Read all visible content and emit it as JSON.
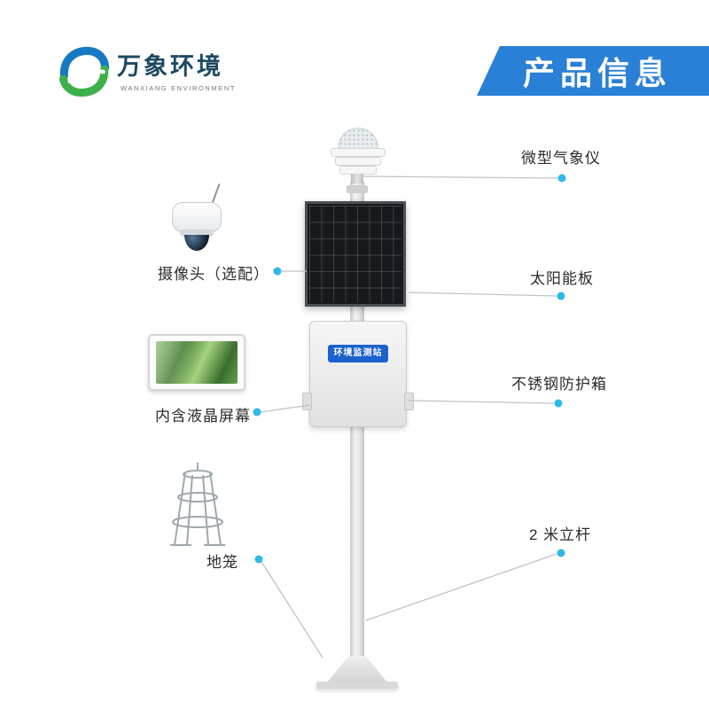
{
  "header": {
    "brand": {
      "name": "万象环境",
      "subtitle": "WANXIANG ENVIRONMENT"
    },
    "banner": {
      "title": "产品信息"
    }
  },
  "device": {
    "cabinet_label": "环境监测站"
  },
  "callouts": {
    "right": [
      {
        "id": "weather-sensor",
        "text": "微型气象仪"
      },
      {
        "id": "solar-panel",
        "text": "太阳能板"
      },
      {
        "id": "cabinet",
        "text": "不锈钢防护箱"
      },
      {
        "id": "pole",
        "text": "2 米立杆"
      }
    ],
    "left": [
      {
        "id": "camera",
        "text": "摄像头（选配）"
      },
      {
        "id": "lcd-screen",
        "text": "内含液晶屏幕"
      },
      {
        "id": "ground-cage",
        "text": "地笼"
      }
    ]
  },
  "colors": {
    "banner_blue": "#2a80d6",
    "accent_cyan": "#2fb9e6",
    "connector_gray": "#c2c2c2",
    "cabinet_plate_blue": "#1b62cf",
    "logo_blue": "#1779c4",
    "logo_green": "#3eb049",
    "brand_text": "#1d4a60"
  }
}
